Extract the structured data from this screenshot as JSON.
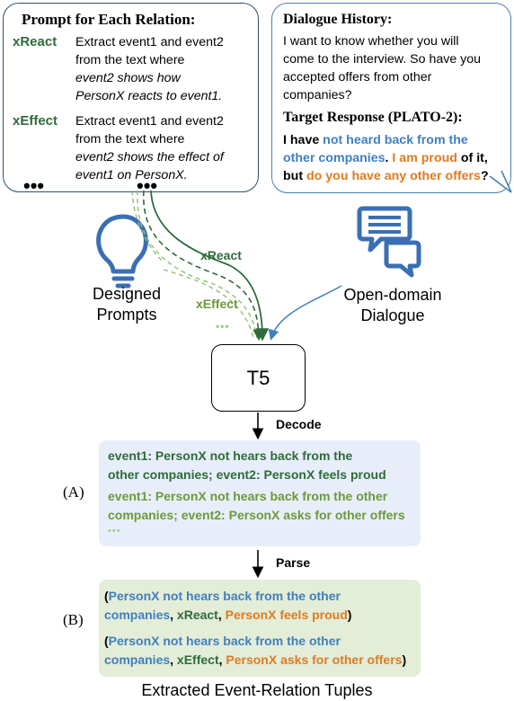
{
  "prompt_panel": {
    "title": "Prompt for Each Relation:",
    "xreact_label": "xReact",
    "xreact_line1": "Extract event1 and event2",
    "xreact_line2": "from the text where",
    "xreact_line3": "event2 shows how",
    "xreact_line4": "PersonX reacts to event1.",
    "xeffect_label": "xEffect",
    "xeffect_line1": "Extract event1 and event2",
    "xeffect_line2": "from the text where",
    "xeffect_line3": "event2 shows the effect of",
    "xeffect_line4": "event1 on PersonX.",
    "ellipsis": "•••"
  },
  "dialogue_panel": {
    "history_title": "Dialogue History:",
    "history_line1": "I want to know whether you will",
    "history_line2": "come to the interview. So have you",
    "history_line3": "accepted offers from other",
    "history_line4": "companies?",
    "response_title": "Target Response (PLATO-2):",
    "resp_1": "I have ",
    "resp_2": "not heard back from the",
    "resp_3": "other companies",
    "resp_4": ". ",
    "resp_5": "I am proud",
    "resp_6": " of it,",
    "resp_7": "but ",
    "resp_8": "do you have any other offers",
    "resp_9": "?"
  },
  "captions": {
    "prompts_1": "Designed",
    "prompts_2": "Prompts",
    "dialogue_1": "Open-domain",
    "dialogue_2": "Dialogue",
    "tuples": "Extracted Event-Relation Tuples"
  },
  "edges": {
    "xreact": "xReact",
    "xeffect": "xEffect",
    "dots": "•••",
    "decode": "Decode",
    "parse": "Parse"
  },
  "model": {
    "name": "T5"
  },
  "box_a": {
    "label": "(A)",
    "l1": "event1: PersonX not hears back from the",
    "l2": "other companies; event2: PersonX feels proud",
    "l3": "event1: PersonX not hears back from the other",
    "l4": "companies; event2: PersonX asks for other offers",
    "dots": "•••"
  },
  "box_b": {
    "label": "(B)",
    "t1_open": "(",
    "t1_a": "PersonX not hears back from the other",
    "t1_b": "companies",
    "t1_comma1": ", ",
    "t1_rel": "xReact",
    "t1_comma2": ", ",
    "t1_c": "PersonX feels proud",
    "t1_close": ")",
    "t2_open": "(",
    "t2_a": "PersonX not hears back from the other",
    "t2_b": "companies",
    "t2_comma1": ", ",
    "t2_rel": "xEffect",
    "t2_comma2": ", ",
    "t2_c": "PersonX asks for other offers",
    "t2_close": ")"
  },
  "colors": {
    "dark_green": "#2e6b3a",
    "light_green": "#6a9a3a",
    "blue": "#3f7fbf",
    "orange": "#e07b1f",
    "icon_blue": "#3a6fb5"
  },
  "icons": [
    "lightbulb-icon",
    "chat-bubbles-icon",
    "arrow-icon"
  ]
}
